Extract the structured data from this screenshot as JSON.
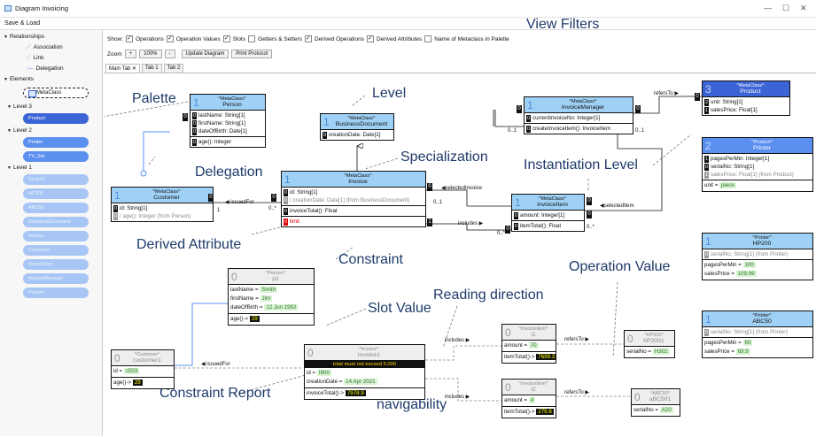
{
  "window": {
    "title": "Diagram Invoicing",
    "minimize": "—",
    "maximize": "☐",
    "close": "✕"
  },
  "menu": {
    "save_load": "Save & Load"
  },
  "sidebar": {
    "relationships": "Relationships",
    "association": "Association",
    "link": "Link",
    "delegation": "Delegation",
    "elements": "Elements",
    "metaclass": "MetaClass",
    "level3": "Level 3",
    "level3_items": [
      "Product"
    ],
    "level2": "Level 2",
    "level2_items": [
      "Printer",
      "TV_Set"
    ],
    "level1": "Level 1",
    "level1_items": [
      "SonyX3",
      "HP200",
      "ABC50",
      "BusinessDocument",
      "Invoice",
      "Customer",
      "InvoiceItem",
      "InvoiceManager",
      "Person"
    ]
  },
  "toolbar": {
    "show": "Show:",
    "filters": [
      "Operations",
      "Operation Values",
      "Slots",
      "Getters & Setters",
      "Derived Operations",
      "Derived Attributes",
      "Name of Metaclass in Palette"
    ],
    "filters_checked": [
      true,
      true,
      true,
      false,
      true,
      true,
      false
    ],
    "zoom_label": "Zoom",
    "zoom_plus": "+",
    "zoom_value": "100%",
    "zoom_minus": "-",
    "update_diagram": "Update Diagram",
    "print_protocol": "Print Protocol"
  },
  "tabs": [
    {
      "label": "Main Tab ✕"
    },
    {
      "label": "Tab 1"
    },
    {
      "label": "Tab 2"
    }
  ],
  "annotations": {
    "view_filters": "View Filters",
    "palette": "Palette",
    "level": "Level",
    "delegation": "Delegation",
    "specialization": "Specialization",
    "instantiation_level": "Instantiation Level",
    "derived_attribute": "Derived Attribute",
    "constraint": "Constraint",
    "slot_value": "Slot Value",
    "operation_value": "Operation Value",
    "reading_direction": "Reading direction",
    "constraint_report": "Constraint Report",
    "navigability": "navigability"
  },
  "classes": {
    "person": {
      "level": "1",
      "stereo": "^MetaClass^",
      "name": "Person",
      "attrs": [
        "lastName: String[1]",
        "firstName: String[1]",
        "dateOfBirth: Date[1]"
      ],
      "attr_idx": [
        "0",
        "0",
        "0"
      ],
      "ops": [
        "age(): Integer"
      ],
      "op_idx": [
        "0"
      ]
    },
    "business_document": {
      "level": "1",
      "stereo": "^MetaClass^",
      "name": "BusinessDocument",
      "attrs": [
        "creationDate: Date[1]"
      ],
      "attr_idx": [
        "0"
      ]
    },
    "invoice_manager": {
      "level": "1",
      "stereo": "^MetaClass^",
      "name": "InvoiceManager",
      "attrs": [
        "currentInvoiceNo: Integer[1]"
      ],
      "attr_idx": [
        "0"
      ],
      "ops": [
        "createInvoiceItem(): InvoiceItem"
      ],
      "op_idx": [
        "0"
      ]
    },
    "product": {
      "level": "3",
      "stereo": "^MetaClass^",
      "name": "Product",
      "attrs": [
        "unit: String[1]",
        "salesPrice: Float[1]"
      ],
      "attr_idx": [
        "2",
        "1"
      ]
    },
    "printer": {
      "level": "2",
      "stereo": "^Product^",
      "name": "Printer",
      "attrs": [
        "pagesPerMin: Integer[1]",
        "serialNo: String[1]",
        "salesPrice: Float[1] (from Product)"
      ],
      "attr_idx": [
        "1",
        "0",
        "1"
      ],
      "slot_label": "unit =",
      "slot_value": "piece"
    },
    "customer": {
      "level": "1",
      "stereo": "^MetaClass^",
      "name": "Customer",
      "attrs": [
        "id: String[1]",
        "/ age(): Integer (from Person)"
      ],
      "attr_idx": [
        "0",
        "0"
      ]
    },
    "invoice": {
      "level": "1",
      "stereo": "^MetaClass^",
      "name": "Invoice",
      "attrs": [
        "id: String[1]",
        "/ creationDate: Date[1] (from BusinessDocument)"
      ],
      "attr_idx": [
        "0",
        "0"
      ],
      "ops": [
        "invoiceTotal(): Float"
      ],
      "op_idx": [
        "0"
      ],
      "constraint": "limit",
      "constraint_idx": "0"
    },
    "invoice_item": {
      "level": "1",
      "stereo": "^MetaClass^",
      "name": "InvoiceItem",
      "attrs": [
        "amount: Integer[1]"
      ],
      "attr_idx": [
        "0"
      ],
      "ops": [
        "itemTotal(): Float"
      ],
      "op_idx": [
        "0"
      ]
    },
    "hp200": {
      "level": "1",
      "stereo": "^Printer^",
      "name": "HP200",
      "attrs": [
        "serialNo: String[1] (from Printer)"
      ],
      "attr_idx": [
        "0"
      ],
      "slots": [
        {
          "label": "pagesPerMin =",
          "value": "100"
        },
        {
          "label": "salesPrice =",
          "value": "109.99"
        }
      ]
    },
    "abc50": {
      "level": "1",
      "stereo": "^Printer^",
      "name": "ABC50",
      "attrs": [
        "serialNo: String[1] (from Printer)"
      ],
      "attr_idx": [
        "0"
      ],
      "slots": [
        {
          "label": "pagesPerMin =",
          "value": "60"
        },
        {
          "label": "salesPrice =",
          "value": "69.9"
        }
      ]
    }
  },
  "objects": {
    "p1": {
      "level": "0",
      "stereo": "^Person^",
      "name": "p1",
      "slots": [
        {
          "label": "lastName =",
          "value": "Smith"
        },
        {
          "label": "firstName =",
          "value": "Jim"
        },
        {
          "label": "dateOfBirth =",
          "value": "12 Jun 1992"
        }
      ],
      "op_label": "age()->",
      "op_value": "29"
    },
    "customer1": {
      "level": "0",
      "stereo": "^Customer^",
      "name": "customer1",
      "slot_label": "id =",
      "slot_value": "c503",
      "op_label": "age()->",
      "op_value": "29"
    },
    "invoice1": {
      "level": "0",
      "stereo": "^Invoice^",
      "name": "invoice1",
      "error": "total must not exceed 5.000",
      "slots": [
        {
          "label": "id =",
          "value": "I800"
        },
        {
          "label": "creationDate =",
          "value": "14 Apr 2021"
        }
      ],
      "op_label": "invoiceTotal()->",
      "op_value": "7978.9"
    },
    "i1": {
      "level": "0",
      "stereo": "^InvoiceItem^",
      "name": "i1",
      "slot_label": "amount =",
      "slot_value": "70",
      "op_label": "itemTotal()->",
      "op_value": "7699.3"
    },
    "i2": {
      "level": "0",
      "stereo": "^InvoiceItem^",
      "name": "i2",
      "slot_label": "amount =",
      "slot_value": "4",
      "op_label": "itemTotal()->",
      "op_value": "279.6"
    },
    "hp2001": {
      "level": "0",
      "stereo": "^HP200^",
      "name": "hP2001",
      "slot_label": "serialNo =",
      "slot_value": "H302"
    },
    "abc501": {
      "level": "0",
      "stereo": "^ABC50^",
      "name": "aBC501",
      "slot_label": "serialNo =",
      "slot_value": "A20"
    }
  },
  "link_labels": {
    "issued_for": "issuedFor",
    "selected_invoice": "selectedInvoice",
    "includes": "includes",
    "selected_item": "selectedItem",
    "refers_to": "refersTo",
    "m_0": "0",
    "m_1": "1",
    "m_01": "0..1",
    "m_0star": "0..*"
  }
}
